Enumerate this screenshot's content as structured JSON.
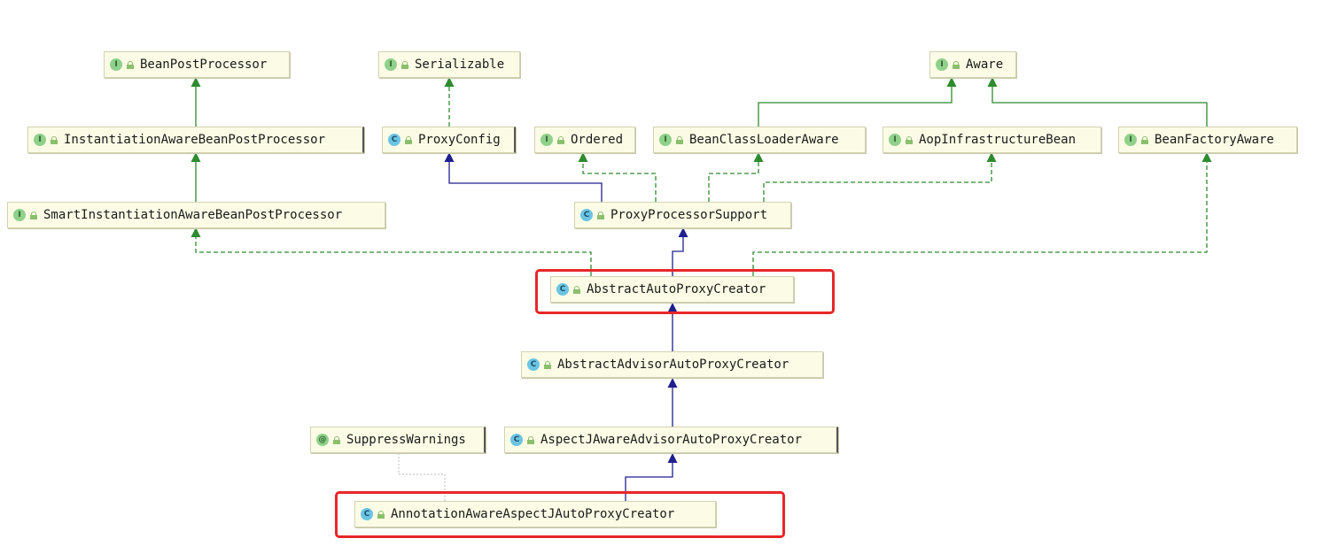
{
  "diagram": {
    "nodes": [
      {
        "id": "beanpostprocessor",
        "kind": "I",
        "label": "BeanPostProcessor"
      },
      {
        "id": "serializable",
        "kind": "I",
        "label": "Serializable"
      },
      {
        "id": "aware",
        "kind": "I",
        "label": "Aware"
      },
      {
        "id": "instantiationawarebeanpostprocessor",
        "kind": "I",
        "label": "InstantiationAwareBeanPostProcessor"
      },
      {
        "id": "proxyconfig",
        "kind": "C",
        "label": "ProxyConfig"
      },
      {
        "id": "ordered",
        "kind": "I",
        "label": "Ordered"
      },
      {
        "id": "beanclassloaderaware",
        "kind": "I",
        "label": "BeanClassLoaderAware"
      },
      {
        "id": "aopinfrastructurebean",
        "kind": "I",
        "label": "AopInfrastructureBean"
      },
      {
        "id": "beanfactoryaware",
        "kind": "I",
        "label": "BeanFactoryAware"
      },
      {
        "id": "smartinstantiationawarebeanpostprocessor",
        "kind": "I",
        "label": "SmartInstantiationAwareBeanPostProcessor"
      },
      {
        "id": "proxyprocessorsupport",
        "kind": "C",
        "label": "ProxyProcessorSupport"
      },
      {
        "id": "abstractautoproxycreator",
        "kind": "C",
        "label": "AbstractAutoProxyCreator"
      },
      {
        "id": "abstractadvisorautoproxycreator",
        "kind": "C",
        "label": "AbstractAdvisorAutoProxyCreator"
      },
      {
        "id": "suppresswarnings",
        "kind": "@",
        "label": "SuppressWarnings"
      },
      {
        "id": "aspectjawareadvisorautoproxycreator",
        "kind": "C",
        "label": "AspectJAwareAdvisorAutoProxyCreator"
      },
      {
        "id": "annotationawareaspectjautoproxycreator",
        "kind": "C",
        "label": "AnnotationAwareAspectJAutoProxyCreator"
      }
    ],
    "edges": [
      {
        "from": "instantiationawarebeanpostprocessor",
        "to": "beanpostprocessor",
        "type": "interface-extends"
      },
      {
        "from": "smartinstantiationawarebeanpostprocessor",
        "to": "instantiationawarebeanpostprocessor",
        "type": "interface-extends"
      },
      {
        "from": "proxyconfig",
        "to": "serializable",
        "type": "implements"
      },
      {
        "from": "proxyprocessorsupport",
        "to": "proxyconfig",
        "type": "extends"
      },
      {
        "from": "proxyprocessorsupport",
        "to": "ordered",
        "type": "implements"
      },
      {
        "from": "proxyprocessorsupport",
        "to": "beanclassloaderaware",
        "type": "implements"
      },
      {
        "from": "proxyprocessorsupport",
        "to": "aopinfrastructurebean",
        "type": "implements"
      },
      {
        "from": "beanclassloaderaware",
        "to": "aware",
        "type": "interface-extends"
      },
      {
        "from": "beanfactoryaware",
        "to": "aware",
        "type": "interface-extends"
      },
      {
        "from": "abstractautoproxycreator",
        "to": "proxyprocessorsupport",
        "type": "extends"
      },
      {
        "from": "abstractautoproxycreator",
        "to": "smartinstantiationawarebeanpostprocessor",
        "type": "implements"
      },
      {
        "from": "abstractautoproxycreator",
        "to": "beanfactoryaware",
        "type": "implements"
      },
      {
        "from": "abstractadvisorautoproxycreator",
        "to": "abstractautoproxycreator",
        "type": "extends"
      },
      {
        "from": "aspectjawareadvisorautoproxycreator",
        "to": "abstractadvisorautoproxycreator",
        "type": "extends"
      },
      {
        "from": "annotationawareaspectjautoproxycreator",
        "to": "aspectjawareadvisorautoproxycreator",
        "type": "extends"
      },
      {
        "from": "annotationawareaspectjautoproxycreator",
        "to": "suppresswarnings",
        "type": "annotated"
      }
    ],
    "highlighted": [
      "abstractautoproxycreator",
      "annotationawareaspectjautoproxycreator"
    ],
    "colors": {
      "extends": "#1f1f8f",
      "implements": "#2e8b2e",
      "interface-extends": "#2e8b2e",
      "annotated": "#bbbbbb",
      "highlight": "#e8262a",
      "node_fill": "#fcfce6"
    }
  }
}
